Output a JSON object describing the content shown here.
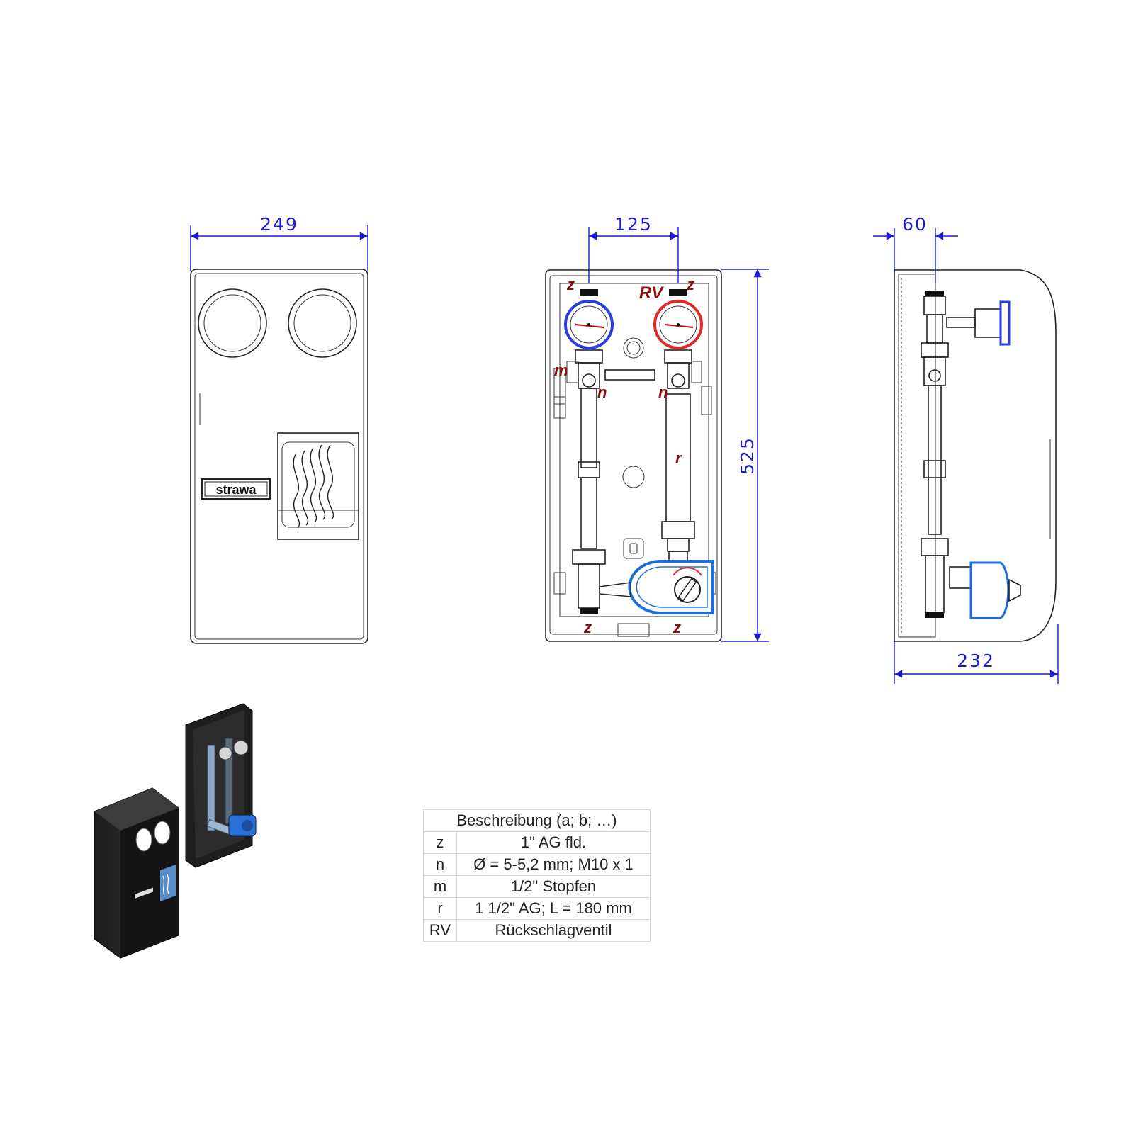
{
  "dimensions": {
    "front_width": "249",
    "axis_distance": "125",
    "height": "525",
    "side_offset": "60",
    "depth": "232"
  },
  "cover": {
    "logo": "strawa"
  },
  "labels": {
    "z": "z",
    "rv": "RV",
    "m": "m",
    "n": "n",
    "r": "r"
  },
  "legend": {
    "header": "Beschreibung (a; b; …)",
    "rows": [
      {
        "key": "z",
        "value": "1\" AG fld."
      },
      {
        "key": "n",
        "value": "Ø = 5-5,2 mm; M10 x 1"
      },
      {
        "key": "m",
        "value": "1/2\" Stopfen"
      },
      {
        "key": "r",
        "value": "1 1/2\" AG; L = 180 mm"
      },
      {
        "key": "RV",
        "value": "Rückschlagventil"
      }
    ]
  },
  "colors": {
    "dimension": "#1a1ad6",
    "label": "#8b1010",
    "supply_gauge": "#2a3ee0",
    "return_gauge": "#e02a2a",
    "pump": "#1d6fe0"
  }
}
